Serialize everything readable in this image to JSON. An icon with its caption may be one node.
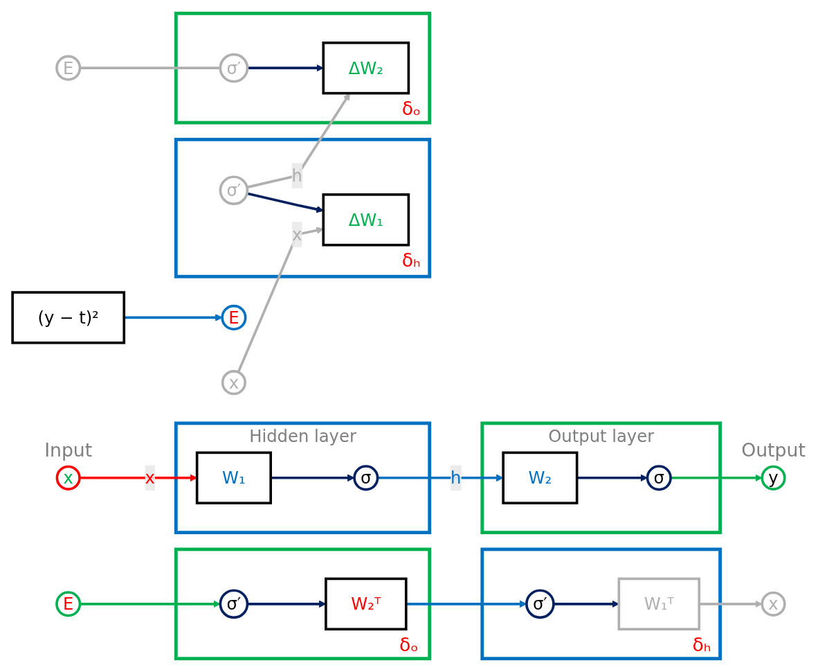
{
  "diagram": {
    "nodes": [
      {
        "text": [
          "x"
        ],
        "beside": [
          "Input"
        ]
      },
      {
        "text": [
          "Hidden layer"
        ]
      },
      {
        "text": [
          "W₁"
        ],
        "in": 1
      },
      {
        "text": [
          "σ"
        ],
        "in": 1
      },
      {
        "text": [
          "Output layer"
        ]
      },
      {
        "text": [
          "W₂"
        ],
        "in": 4
      },
      {
        "text": [
          "σ"
        ],
        "in": 4
      },
      {
        "text": [
          "y"
        ],
        "beside": [
          "Output"
        ]
      },
      {
        "text": [
          "(y − t)²"
        ]
      },
      {
        "text": [
          "E"
        ]
      },
      {
        "text": [
          "x"
        ]
      },
      {
        "text": [],
        "shape": "box"
      },
      {
        "text": [
          "W₁ᵀ"
        ],
        "in": 11,
        "beside": [
          "δₕ"
        ]
      },
      {
        "text": [
          "σ′"
        ],
        "in": 11
      },
      {
        "text": [],
        "shape": "box"
      },
      {
        "text": [
          "W₂ᵀ"
        ],
        "in": 14,
        "beside": [
          "δₒ"
        ]
      },
      {
        "text": [
          "σ′"
        ],
        "in": 14
      },
      {
        "text": [
          "E"
        ]
      },
      {
        "text": [
          "x"
        ]
      },
      {
        "text": [],
        "shape": "box"
      },
      {
        "text": [
          "ΔW₁"
        ],
        "in": 19,
        "beside": [
          "δₕ"
        ]
      },
      {
        "text": [
          "σ′"
        ],
        "in": 19
      },
      {
        "text": [],
        "shape": "box"
      },
      {
        "text": [
          "ΔW₂"
        ],
        "in": 22,
        "beside": [
          "δₒ"
        ]
      },
      {
        "text": [
          "σ′"
        ],
        "in": 22
      },
      {
        "text": [
          "E"
        ]
      }
    ],
    "edges": [
      {
        "from": 0,
        "to": 2,
        "arrow": "to",
        "label": "x",
        "color": "#ff0000"
      },
      {
        "from": 2,
        "to": 3,
        "arrow": "to"
      },
      {
        "from": 3,
        "to": 5,
        "arrow": "to",
        "label": "h",
        "color": "#0070c0"
      },
      {
        "from": 5,
        "to": 6,
        "arrow": "to"
      },
      {
        "from": 6,
        "to": 7,
        "arrow": "to",
        "color": "#00b050"
      },
      {
        "from": 8,
        "to": 9,
        "arrow": "to",
        "color": "#0070c0"
      },
      {
        "from": 17,
        "to": 16,
        "arrow": "to",
        "color": "#00b050"
      },
      {
        "from": 16,
        "to": 15,
        "arrow": "to"
      },
      {
        "from": 15,
        "to": 13,
        "arrow": "to",
        "color": "#0070c0"
      },
      {
        "from": 13,
        "to": 12,
        "arrow": "to"
      },
      {
        "from": 12,
        "to": 10,
        "arrow": "to",
        "color": "#b0b0b0"
      },
      {
        "from": 18,
        "to": 20,
        "arrow": "to",
        "label": "x",
        "color": "#b0b0b0"
      },
      {
        "from": 21,
        "to": 20,
        "arrow": "to"
      },
      {
        "from": 21,
        "to": 23,
        "arrow": "to",
        "label": "h",
        "color": "#b0b0b0"
      },
      {
        "from": 24,
        "to": 23,
        "arrow": "to"
      },
      {
        "from": 25,
        "to": 24,
        "arrow": "none",
        "color": "#b0b0b0"
      }
    ]
  }
}
